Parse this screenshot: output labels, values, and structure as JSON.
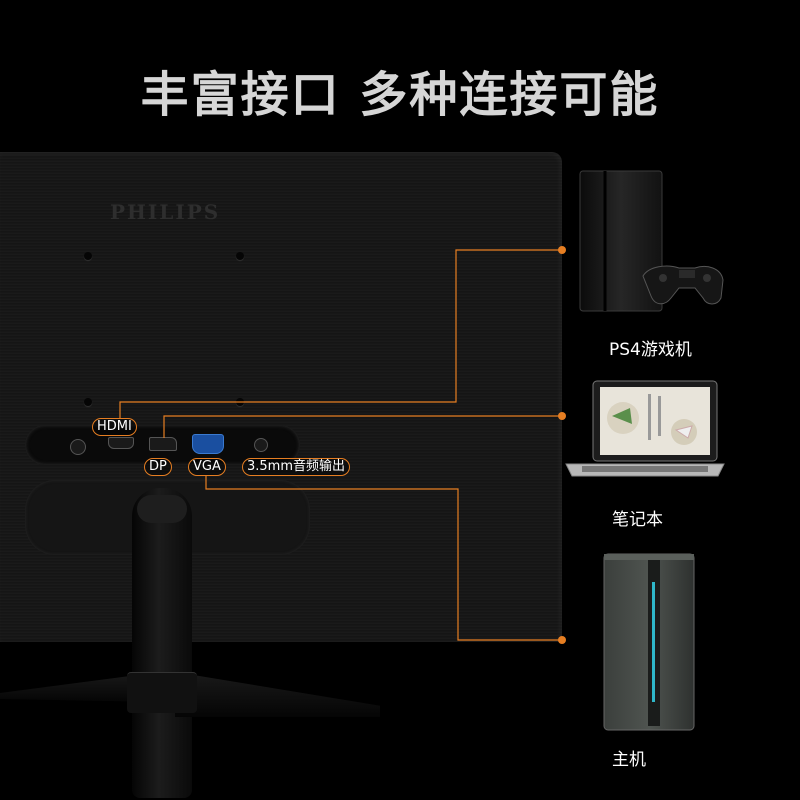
{
  "title": "丰富接口 多种连接可能",
  "monitor": {
    "brand": "PHILIPS"
  },
  "ports": {
    "hdmi": "HDMI",
    "dp": "DP",
    "vga": "VGA",
    "audio": "3.5mm音频输出"
  },
  "devices": {
    "ps4": "PS4游戏机",
    "laptop": "笔记本",
    "desktop": "主机"
  },
  "colors": {
    "accent": "#e67e22"
  }
}
